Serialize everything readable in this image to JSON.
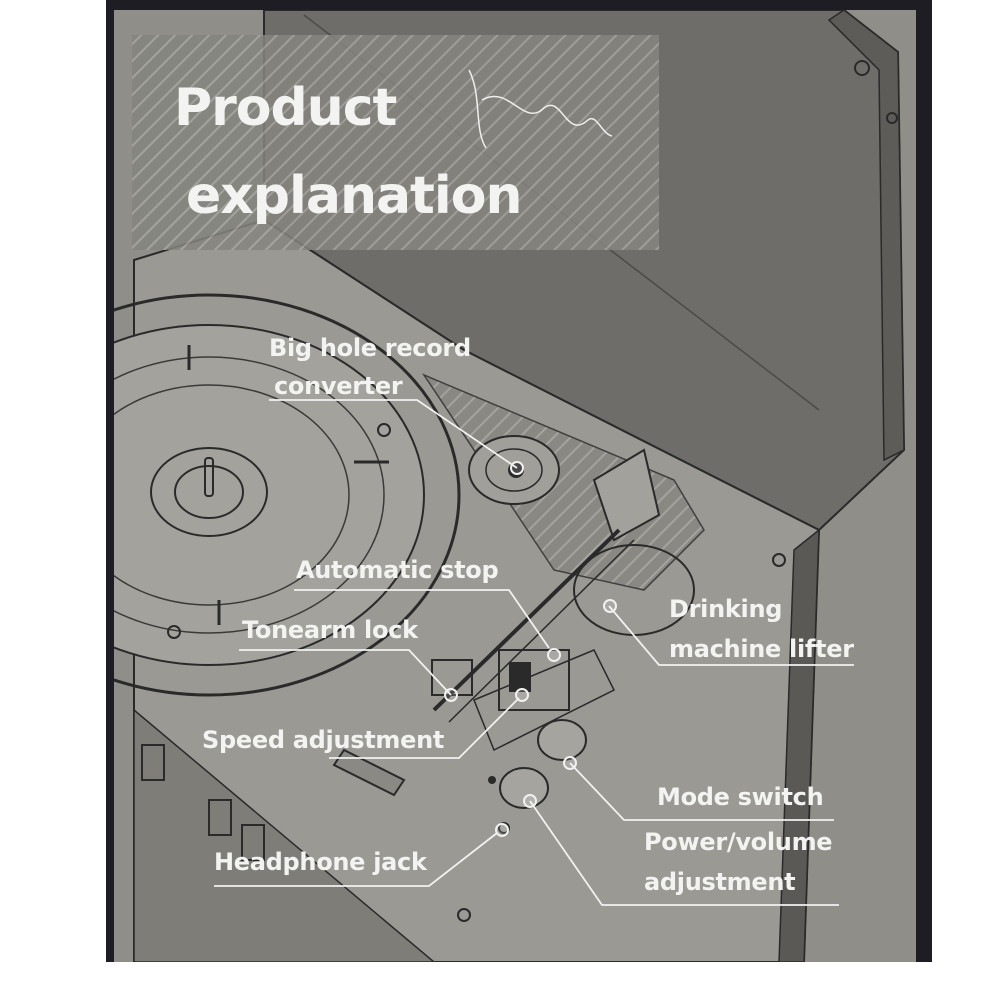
{
  "title": {
    "line1": "Product",
    "line2": "explanation"
  },
  "labels": [
    {
      "id": "big-hole-record-converter",
      "line1": "Big hole record",
      "line2": "converter"
    },
    {
      "id": "automatic-stop",
      "line1": "Automatic stop"
    },
    {
      "id": "tonearm-lock",
      "line1": "Tonearm lock"
    },
    {
      "id": "drinking-machine-lifter",
      "line1": "Drinking",
      "line2": "machine lifter"
    },
    {
      "id": "speed-adjustment",
      "line1": "Speed adjustment"
    },
    {
      "id": "mode-switch",
      "line1": "Mode switch"
    },
    {
      "id": "power-volume-adjustment",
      "line1": "Power/volume",
      "line2": "adjustment"
    },
    {
      "id": "headphone-jack",
      "line1": "Headphone jack"
    }
  ],
  "colors": {
    "background": "#8f8e89",
    "frame": "#1e1d24",
    "lid": "#6f6d69",
    "text": "#f3f3f1"
  }
}
